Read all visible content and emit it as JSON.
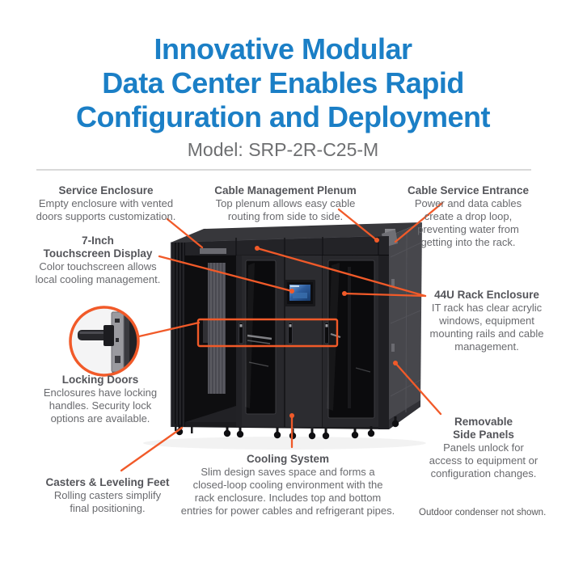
{
  "header": {
    "title_lines": [
      "Innovative Modular",
      "Data Center Enables Rapid",
      "Configuration and Deployment"
    ],
    "model": "Model: SRP-2R-C25-M"
  },
  "callouts": [
    {
      "id": "service-enclosure",
      "heading": "Service Enclosure",
      "body": "Empty enclosure with vented\ndoors supports customization."
    },
    {
      "id": "cable-management-plenum",
      "heading": "Cable Management Plenum",
      "body": "Top plenum allows easy cable\nrouting from side to side."
    },
    {
      "id": "cable-service-entrance",
      "heading": "Cable Service Entrance",
      "body": "Power and data cables\ncreate a drop loop,\npreventing water from\ngetting into the rack."
    },
    {
      "id": "touchscreen-display",
      "heading": "7-Inch\nTouchscreen Display",
      "body": "Color touchscreen allows\nlocal cooling management."
    },
    {
      "id": "rack-enclosure-44u",
      "heading": "44U Rack Enclosure",
      "body": "IT rack has clear acrylic\nwindows, equipment\nmounting rails and cable\nmanagement."
    },
    {
      "id": "locking-doors",
      "heading": "Locking Doors",
      "body": "Enclosures have locking\nhandles. Security lock\noptions are available."
    },
    {
      "id": "removable-side-panels",
      "heading": "Removable\nSide Panels",
      "body": "Panels unlock for\naccess to equipment or\nconfiguration changes."
    },
    {
      "id": "casters-leveling-feet",
      "heading": "Casters & Leveling Feet",
      "body": "Rolling casters simplify\nfinal positioning."
    },
    {
      "id": "cooling-system",
      "heading": "Cooling System",
      "body": "Slim design saves space and forms a\nclosed-loop cooling environment with the\nrack enclosure. Includes top and bottom\nentries for power cables and refrigerant pipes."
    }
  ],
  "footnote": "Outdoor condenser not shown.",
  "colors": {
    "title_blue": "#1b7fc6",
    "accent_orange": "#f15a29",
    "heading_gray": "#54555a",
    "body_gray": "#696a6e",
    "divider_gray": "#d9d9d9"
  }
}
